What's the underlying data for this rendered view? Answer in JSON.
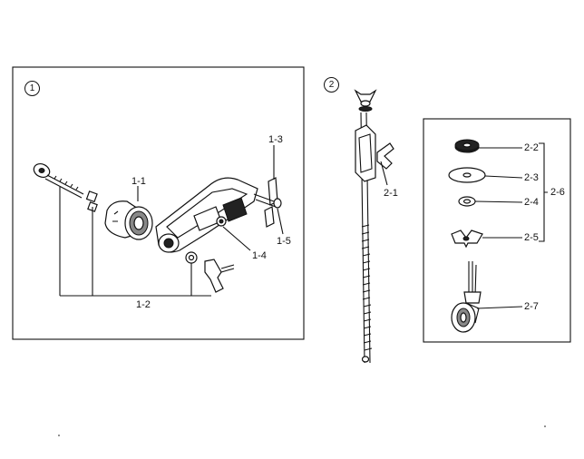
{
  "diagram": {
    "section_1": {
      "marker": "1",
      "labels": {
        "p1_1": "1-1",
        "p1_2": "1-2",
        "p1_3": "1-3",
        "p1_4": "1-4",
        "p1_5": "1-5"
      }
    },
    "section_2": {
      "marker": "2",
      "labels": {
        "p2_1": "2-1",
        "p2_2": "2-2",
        "p2_3": "2-3",
        "p2_4": "2-4",
        "p2_5": "2-5",
        "p2_6": "2-6",
        "p2_7": "2-7"
      }
    }
  }
}
